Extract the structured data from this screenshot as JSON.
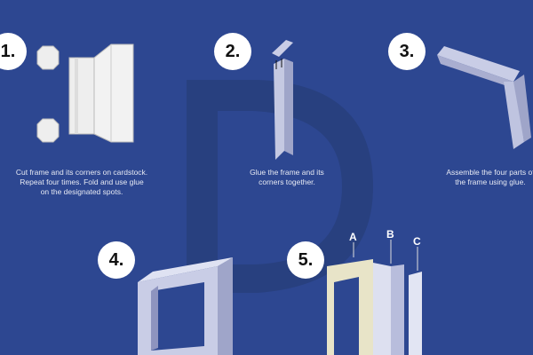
{
  "steps": [
    {
      "number": "1.",
      "caption": [
        "Cut frame and its corners on cardstock.",
        "Repeat four times. Fold and use glue",
        "on the designated spots."
      ]
    },
    {
      "number": "2.",
      "caption": [
        "Glue the frame and its",
        "corners together."
      ]
    },
    {
      "number": "3.",
      "caption": [
        "Assemble the four parts of",
        "the frame using glue."
      ]
    },
    {
      "number": "4."
    },
    {
      "number": "5.",
      "labels": [
        "A",
        "B",
        "C"
      ]
    }
  ],
  "colors": {
    "background": "#2d4791",
    "paper": "#eeeeee",
    "frame": "#c9cde6",
    "frame_a": "#e8e4c8"
  }
}
